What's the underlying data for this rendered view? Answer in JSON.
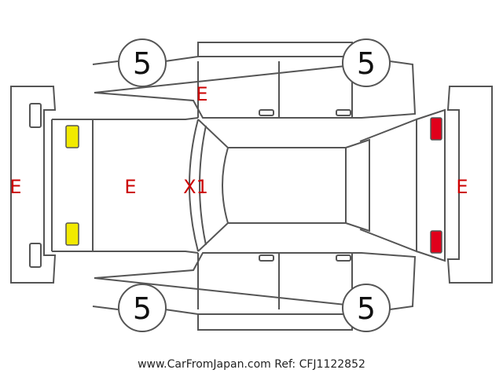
{
  "condition_marks": {
    "front_bumper": "E",
    "hood": "E",
    "windshield": "X1",
    "left_front_fender": "E",
    "rear_bumper": "E"
  },
  "tyres": {
    "front_left": "5",
    "rear_left": "5",
    "front_right": "5",
    "rear_right": "5"
  },
  "lamps": {
    "headlight_color": "#f2ea00",
    "taillight_color": "#e0001b"
  },
  "footer": "www.CarFromJapan.com Ref: CFJ1122852"
}
